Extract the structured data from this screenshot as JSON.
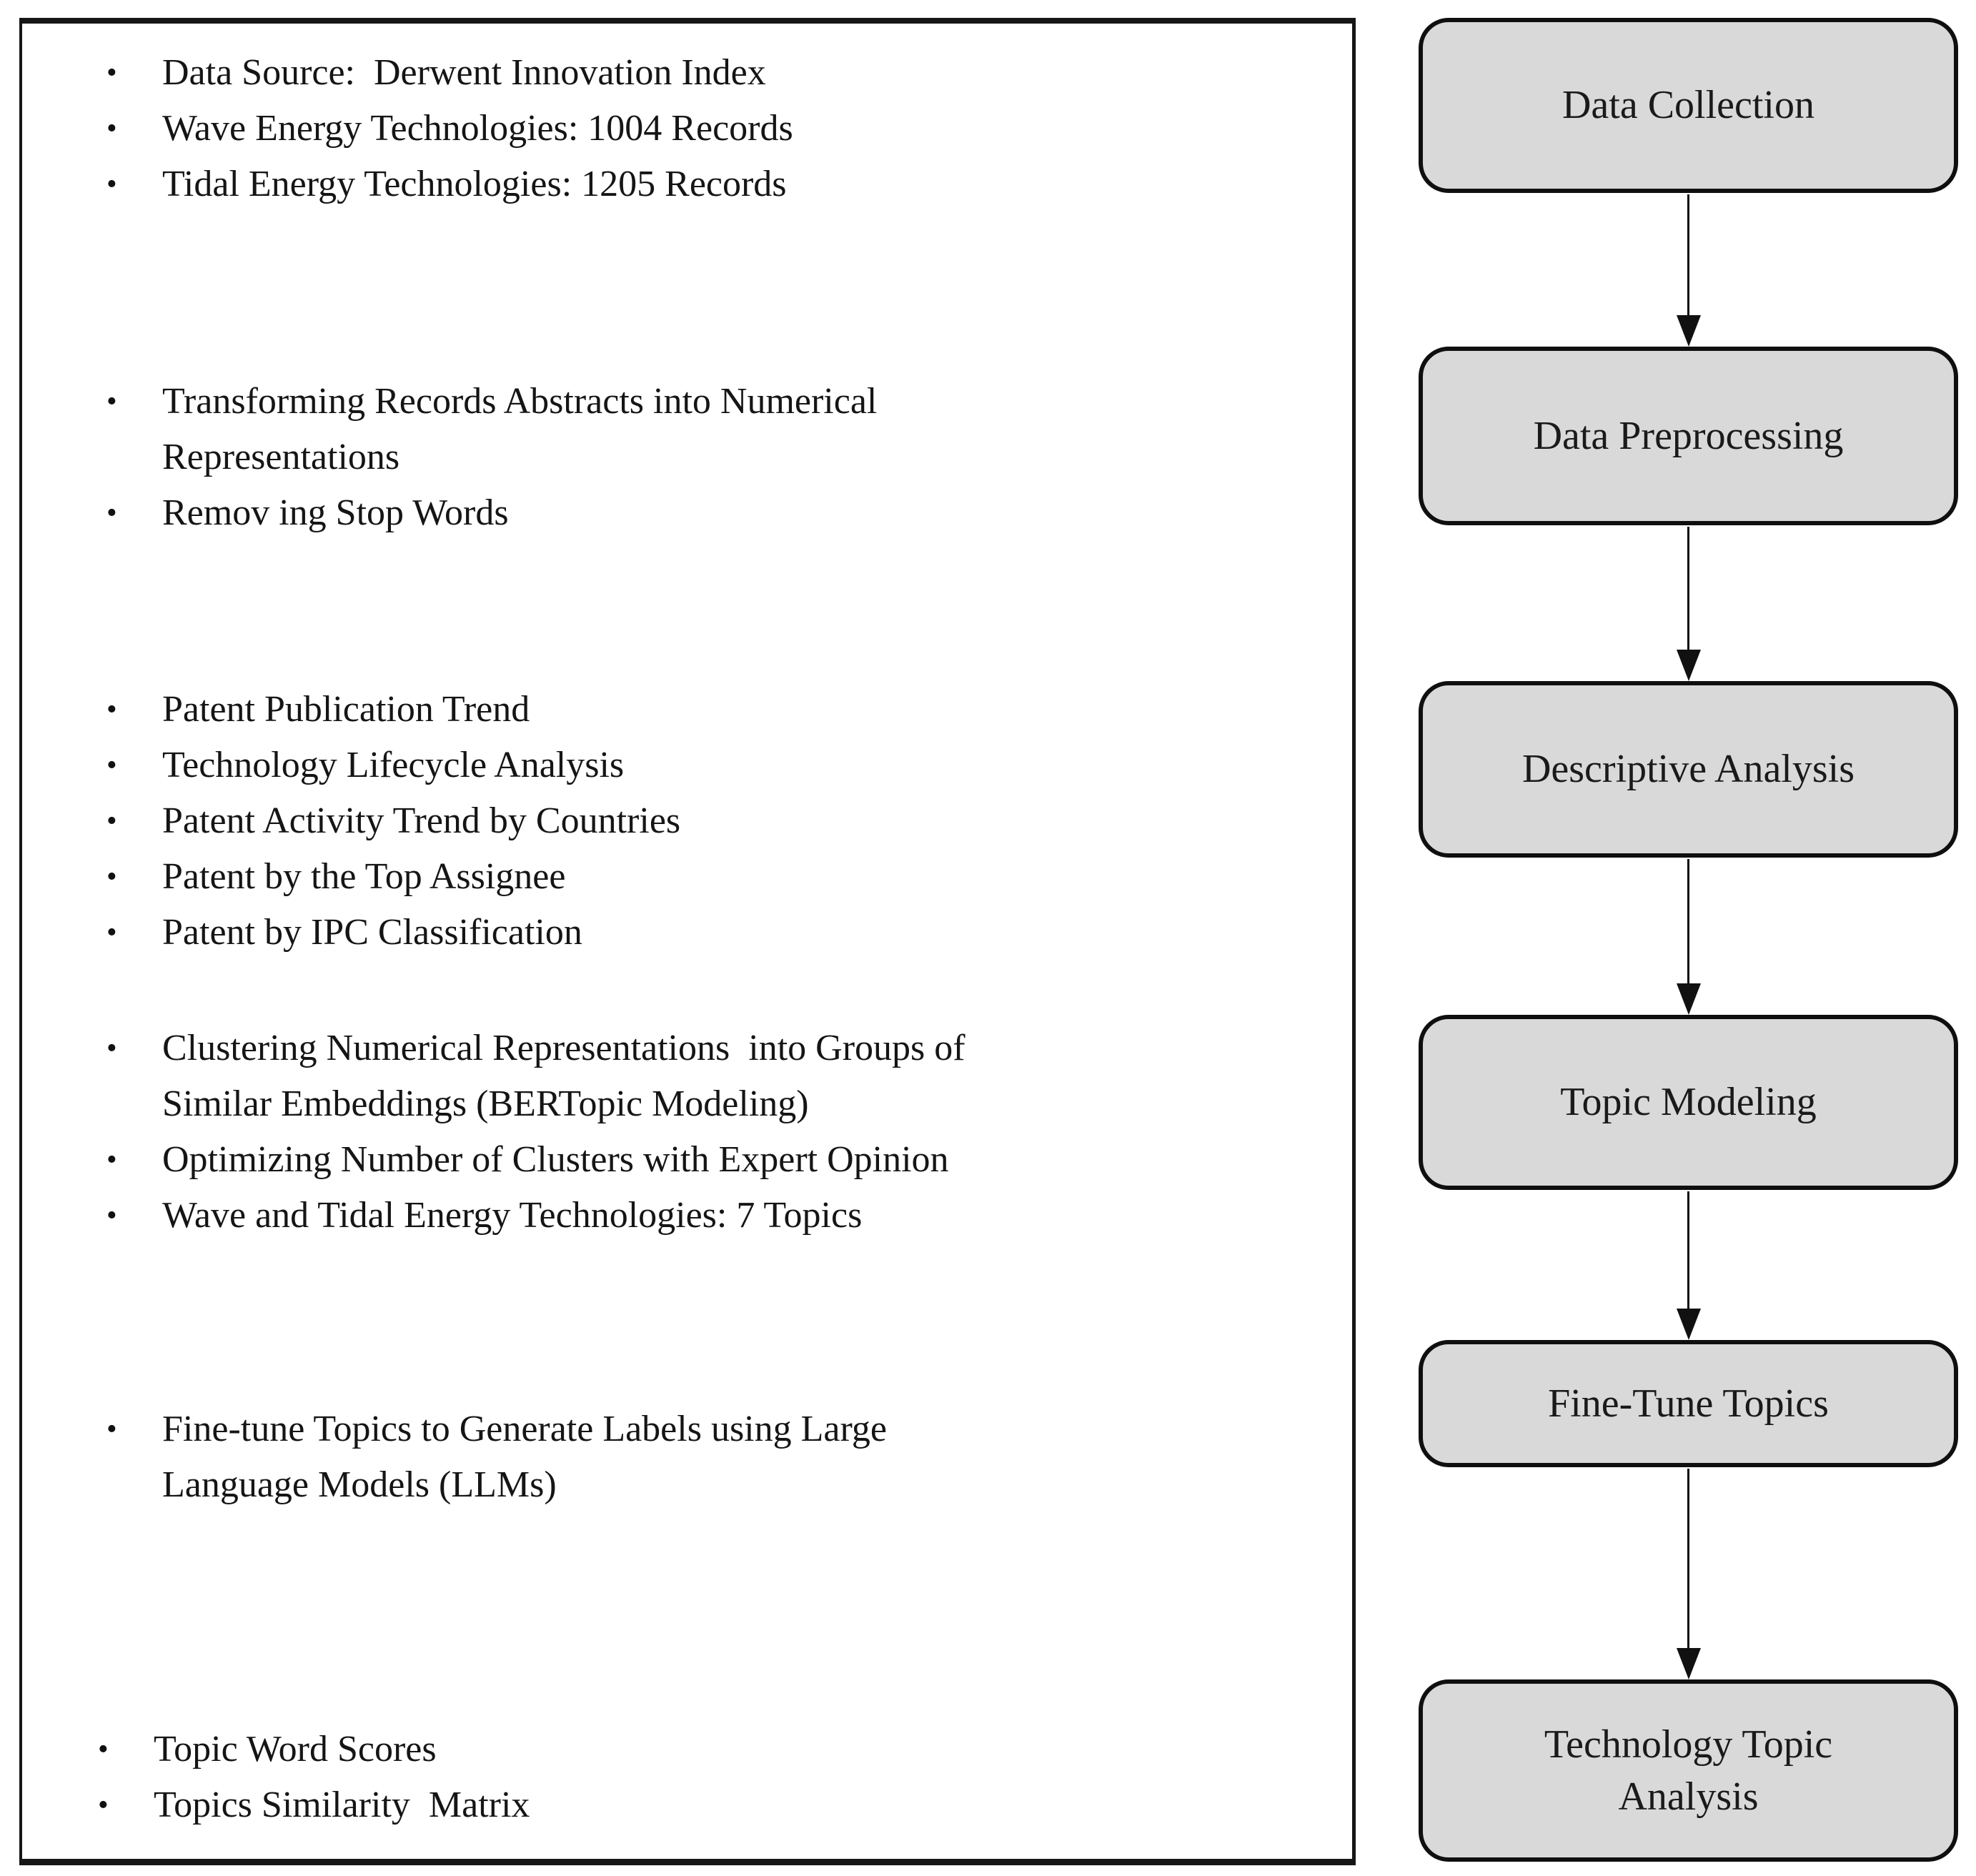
{
  "left_panel": {
    "bullet_glyph": "•",
    "groups": [
      {
        "stage": "Data Collection",
        "items": [
          "Data Source:  Derwent Innovation Index",
          "Wave Energy Technologies: 1004 Records",
          "Tidal Energy Technologies: 1205 Records"
        ]
      },
      {
        "stage": "Data Preprocessing",
        "items": [
          "Transforming Records Abstracts into Numerical\nRepresentations",
          "Remov ing Stop Words"
        ]
      },
      {
        "stage": "Descriptive Analysis",
        "items": [
          "Patent Publication Trend",
          "Technology Lifecycle Analysis",
          "Patent Activity Trend by Countries",
          "Patent by the Top Assignee",
          "Patent by IPC Classification"
        ]
      },
      {
        "stage": "Topic Modeling",
        "items": [
          "Clustering Numerical Representations  into Groups of\nSimilar Embeddings (BERTopic Modeling)",
          "Optimizing Number of Clusters with Expert Opinion",
          "Wave and Tidal Energy Technologies: 7 Topics"
        ]
      },
      {
        "stage": "Fine-Tune Topics",
        "items": [
          "Fine-tune Topics to Generate Labels using Large\nLanguage Models (LLMs)"
        ]
      },
      {
        "stage": "Technology Topic Analysis",
        "items": [
          "Topic Word Scores",
          "Topics Similarity  Matrix"
        ]
      }
    ]
  },
  "flowchart": {
    "stages": [
      "Data Collection",
      "Data Preprocessing",
      "Descriptive Analysis",
      "Topic Modeling",
      "Fine-Tune Topics",
      "Technology Topic\nAnalysis"
    ]
  },
  "colors": {
    "stage_fill": "#d9d9d9",
    "stage_border": "#0f0f0f",
    "panel_border": "#161616",
    "text": "#151515"
  }
}
